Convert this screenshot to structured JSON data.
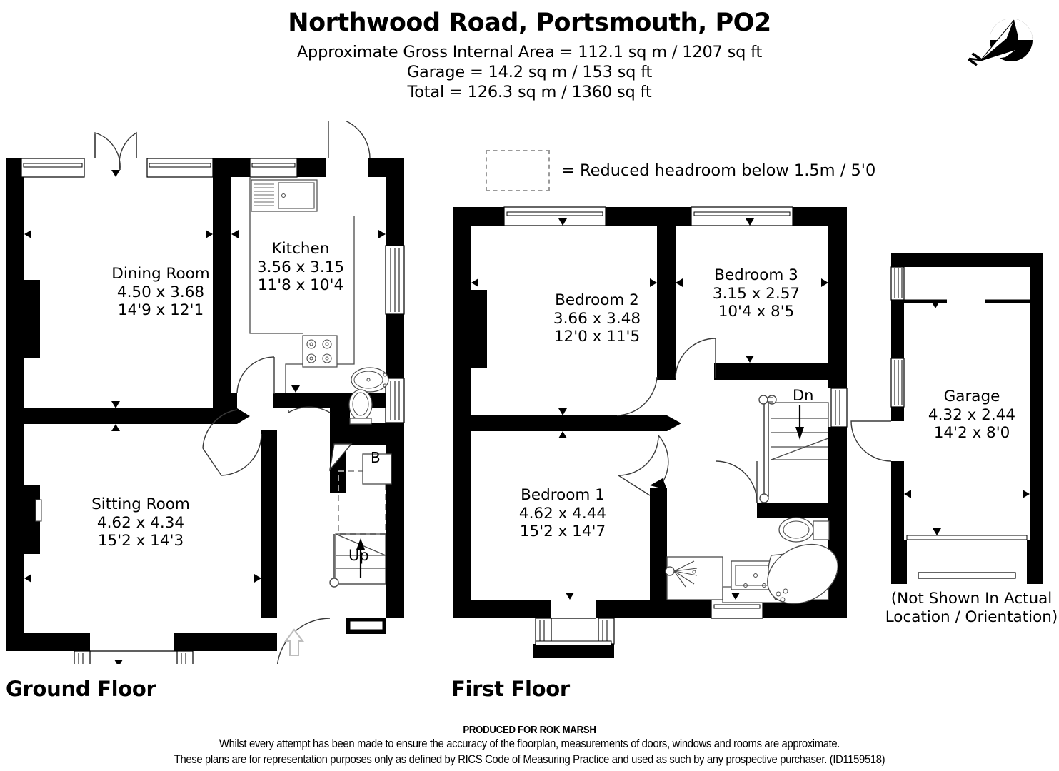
{
  "header": {
    "title": "Northwood Road, Portsmouth, PO2",
    "line1": "Approximate Gross Internal Area = 112.1 sq m / 1207 sq ft",
    "line2": "Garage = 14.2 sq m / 153 sq ft",
    "line3": "Total = 126.3 sq m / 1360 sq ft"
  },
  "compass": {
    "label": "N"
  },
  "legend": {
    "text": "= Reduced headroom below 1.5m / 5'0"
  },
  "floors": [
    {
      "caption": "Ground Floor"
    },
    {
      "caption": "First Floor"
    }
  ],
  "ground_floor": {
    "rooms": [
      {
        "name": "Dining Room",
        "metric": "4.50 x 3.68",
        "imperial": "14'9 x 12'1"
      },
      {
        "name": "Kitchen",
        "metric": "3.56 x 3.15",
        "imperial": "11'8 x 10'4"
      },
      {
        "name": "Sitting Room",
        "metric": "4.62 x 4.34",
        "imperial": "15'2 x 14'3"
      }
    ],
    "annotations": [
      {
        "name": "stairs-up",
        "text": "Up"
      },
      {
        "name": "boiler",
        "text": "B"
      }
    ]
  },
  "first_floor": {
    "rooms": [
      {
        "name": "Bedroom 2",
        "metric": "3.66 x 3.48",
        "imperial": "12'0 x 11'5"
      },
      {
        "name": "Bedroom 3",
        "metric": "3.15 x 2.57",
        "imperial": "10'4 x 8'5"
      },
      {
        "name": "Bedroom 1",
        "metric": "4.62 x 4.44",
        "imperial": "15'2 x 14'7"
      }
    ],
    "annotations": [
      {
        "name": "stairs-down",
        "text": "Dn"
      }
    ]
  },
  "garage": {
    "room": {
      "name": "Garage",
      "metric": "4.32 x 2.44",
      "imperial": "14'2 x 8'0"
    },
    "note_line1": "(Not Shown In Actual",
    "note_line2": "Location / Orientation)"
  },
  "footer": {
    "produced": "PRODUCED FOR ROK MARSH",
    "line1": "Whilst every attempt has been made to ensure the accuracy of the floorplan, measurements of doors, windows and rooms are approximate.",
    "line2": "These plans are for representation purposes only as defined by RICS Code of Measuring Practice and used as such by any prospective purchaser. (ID1159518)"
  },
  "colors": {
    "wall": "#000000",
    "fixture_line": "#2b2b2b",
    "dashed": "#9a9a9a",
    "background": "#ffffff"
  }
}
